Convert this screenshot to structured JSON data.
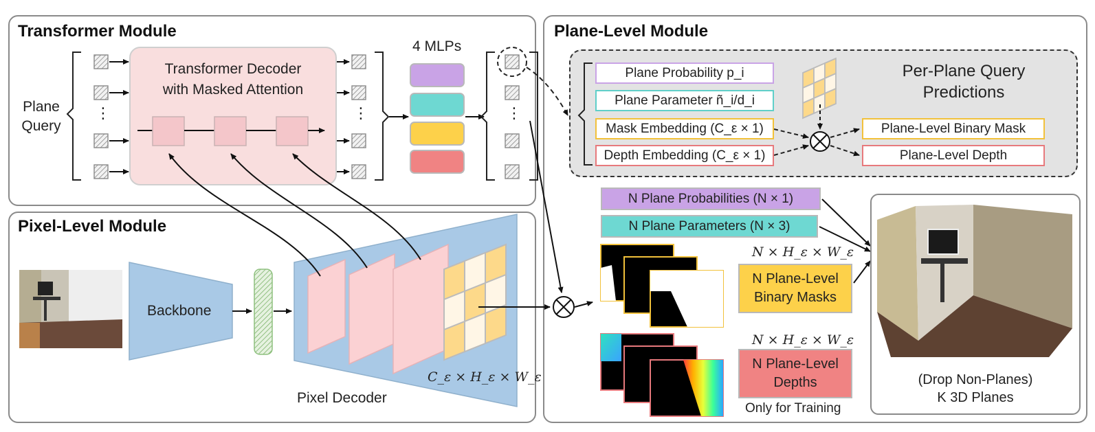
{
  "panels": {
    "transformer_title": "Transformer Module",
    "pixel_title": "Pixel-Level Module",
    "plane_title": "Plane-Level Module"
  },
  "transformer": {
    "plane_query_line1": "Plane",
    "plane_query_line2": "Query",
    "decoder_line1": "Transformer Decoder",
    "decoder_line2": "with Masked Attention",
    "mlps_label": "4 MLPs",
    "dots": "⋮"
  },
  "pixel": {
    "backbone_label": "Backbone",
    "pixel_decoder_label": "Pixel Decoder",
    "feature_dims": "C_ε × H_ε × W_ε"
  },
  "per_plane": {
    "title_line1": "Per-Plane Query",
    "title_line2": "Predictions",
    "items": [
      {
        "label": "Plane Probability p_i",
        "border": "#c9a3e6"
      },
      {
        "label": "Plane Parameter ñ_i/d_i",
        "border": "#5fcfc9"
      },
      {
        "label": "Mask Embedding (C_ε × 1)",
        "border": "#f2c13a"
      },
      {
        "label": "Depth Embedding (C_ε × 1)",
        "border": "#e7797c"
      }
    ],
    "outputs": [
      {
        "label": "Plane-Level Binary Mask",
        "border": "#f2c13a"
      },
      {
        "label": "Plane-Level Depth",
        "border": "#e7797c"
      }
    ]
  },
  "plane_outputs": {
    "probabilities": "N Plane Probabilities (N × 1)",
    "parameters": "N Plane Parameters (N × 3)",
    "masks_dims": "N × H_ε × W_ε",
    "masks_line1": "N Plane-Level",
    "masks_line2": "Binary Masks",
    "depths_dims": "N × H_ε × W_ε",
    "depths_line1": "N Plane-Level",
    "depths_line2": "Depths",
    "training_note": "Only for Training",
    "drop_line1": "(Drop Non-Planes)",
    "drop_line2": "K 3D Planes"
  },
  "colors": {
    "purple": "#c9a3e6",
    "teal": "#6ed8d2",
    "yellow": "#fdd14a",
    "red": "#f08383",
    "blue": "#a9c9e6",
    "pink": "#fbd1d3",
    "decoder_bg": "#f9dede",
    "gray_bg": "#e3e3e3"
  }
}
